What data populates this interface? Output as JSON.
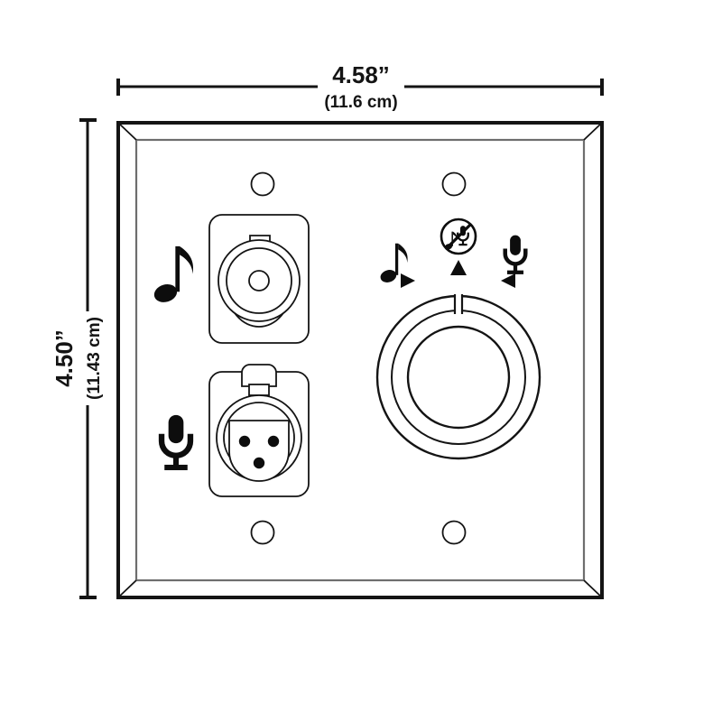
{
  "drawing": {
    "type": "dimensioned-product-line-drawing",
    "subject": "two-gang audio wall plate",
    "background_color": "#ffffff",
    "line_color": "#141414",
    "bevel_line_color": "#6e6e6e"
  },
  "dimensions": {
    "width": {
      "label": "width-dimension",
      "primary": "4.58”",
      "secondary": "(11.6 cm)",
      "orientation": "horizontal",
      "position": "top"
    },
    "height": {
      "label": "height-dimension",
      "primary": "4.50”",
      "secondary": "(11.43 cm)",
      "orientation": "vertical",
      "position": "left"
    }
  },
  "plate": {
    "name": "wall-plate",
    "style": "beveled two-gang faceplate",
    "screw_holes": [
      {
        "name": "screw-hole-top-left",
        "position": "top-left"
      },
      {
        "name": "screw-hole-top-right",
        "position": "top-right"
      },
      {
        "name": "screw-hole-bottom-left",
        "position": "bottom-left"
      },
      {
        "name": "screw-hole-bottom-right",
        "position": "bottom-right"
      }
    ]
  },
  "connectors": [
    {
      "name": "rca-coax-connector",
      "icon": "music-note-icon",
      "icon_label": "music note",
      "description": "concentric jack in rounded square housing",
      "position": "upper-left"
    },
    {
      "name": "xlr-female-connector",
      "icon": "microphone-icon",
      "icon_label": "microphone",
      "description": "3-pin XLR female with latch tab",
      "pin_count": 3,
      "position": "lower-left"
    }
  ],
  "control": {
    "name": "rotary-selector-knob",
    "type": "rotary knob with pointer slot",
    "pointer_position": "top",
    "positions": [
      {
        "name": "knob-position-music",
        "icon": "music-note-icon",
        "icon_label": "music note",
        "marker": "triangle-pointer-right",
        "side": "left"
      },
      {
        "name": "knob-position-mute",
        "icon": "mute-music-mic-icon",
        "icon_label": "music note and microphone crossed out",
        "marker": "triangle-pointer-up",
        "side": "center"
      },
      {
        "name": "knob-position-microphone",
        "icon": "microphone-icon",
        "icon_label": "microphone",
        "marker": "triangle-pointer-left",
        "side": "right"
      }
    ]
  }
}
